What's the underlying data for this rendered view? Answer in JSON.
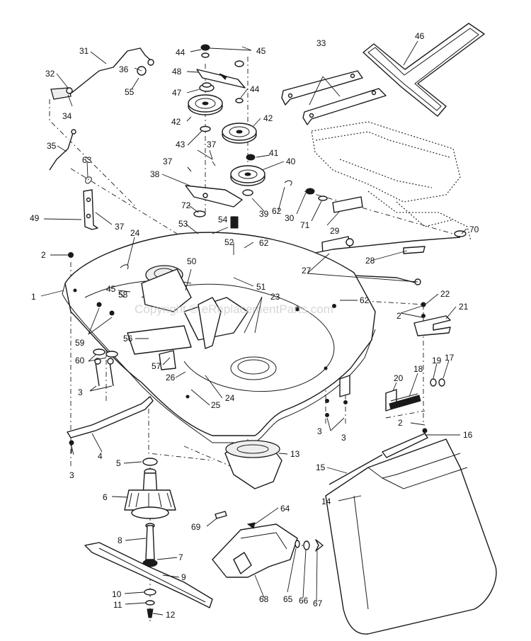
{
  "diagram": {
    "watermark": "Copyright © eReplacementParts.com",
    "callouts": [
      {
        "id": "p1",
        "text": "1"
      },
      {
        "id": "p2a",
        "text": "2"
      },
      {
        "id": "p2b",
        "text": "2"
      },
      {
        "id": "p2c",
        "text": "2"
      },
      {
        "id": "p3a",
        "text": "3"
      },
      {
        "id": "p3b",
        "text": "3"
      },
      {
        "id": "p3c",
        "text": "3"
      },
      {
        "id": "p3d",
        "text": "3"
      },
      {
        "id": "p4",
        "text": "4"
      },
      {
        "id": "p5",
        "text": "5"
      },
      {
        "id": "p6",
        "text": "6"
      },
      {
        "id": "p7",
        "text": "7"
      },
      {
        "id": "p8",
        "text": "8"
      },
      {
        "id": "p9",
        "text": "9"
      },
      {
        "id": "p10",
        "text": "10"
      },
      {
        "id": "p11",
        "text": "11"
      },
      {
        "id": "p12",
        "text": "12"
      },
      {
        "id": "p13",
        "text": "13"
      },
      {
        "id": "p14",
        "text": "14"
      },
      {
        "id": "p15",
        "text": "15"
      },
      {
        "id": "p16",
        "text": "16"
      },
      {
        "id": "p17",
        "text": "17"
      },
      {
        "id": "p18",
        "text": "18"
      },
      {
        "id": "p19",
        "text": "19"
      },
      {
        "id": "p20",
        "text": "20"
      },
      {
        "id": "p21",
        "text": "21"
      },
      {
        "id": "p22",
        "text": "22"
      },
      {
        "id": "p23",
        "text": "23"
      },
      {
        "id": "p24a",
        "text": "24"
      },
      {
        "id": "p24b",
        "text": "24"
      },
      {
        "id": "p25",
        "text": "25"
      },
      {
        "id": "p26",
        "text": "26"
      },
      {
        "id": "p27",
        "text": "27"
      },
      {
        "id": "p28",
        "text": "28"
      },
      {
        "id": "p29",
        "text": "29"
      },
      {
        "id": "p30",
        "text": "30"
      },
      {
        "id": "p31",
        "text": "31"
      },
      {
        "id": "p32",
        "text": "32"
      },
      {
        "id": "p33",
        "text": "33"
      },
      {
        "id": "p34",
        "text": "34"
      },
      {
        "id": "p35",
        "text": "35"
      },
      {
        "id": "p36",
        "text": "36"
      },
      {
        "id": "p37a",
        "text": "37"
      },
      {
        "id": "p37b",
        "text": "37"
      },
      {
        "id": "p37c",
        "text": "37"
      },
      {
        "id": "p38",
        "text": "38"
      },
      {
        "id": "p39",
        "text": "39"
      },
      {
        "id": "p40",
        "text": "40"
      },
      {
        "id": "p41",
        "text": "41"
      },
      {
        "id": "p42a",
        "text": "42"
      },
      {
        "id": "p42b",
        "text": "42"
      },
      {
        "id": "p43",
        "text": "43"
      },
      {
        "id": "p44a",
        "text": "44"
      },
      {
        "id": "p44b",
        "text": "44"
      },
      {
        "id": "p45a",
        "text": "45"
      },
      {
        "id": "p45b",
        "text": "45"
      },
      {
        "id": "p46",
        "text": "46"
      },
      {
        "id": "p47",
        "text": "47"
      },
      {
        "id": "p48",
        "text": "48"
      },
      {
        "id": "p49",
        "text": "49"
      },
      {
        "id": "p50",
        "text": "50"
      },
      {
        "id": "p51",
        "text": "51"
      },
      {
        "id": "p52",
        "text": "52"
      },
      {
        "id": "p53",
        "text": "53"
      },
      {
        "id": "p54",
        "text": "54"
      },
      {
        "id": "p55",
        "text": "55"
      },
      {
        "id": "p56",
        "text": "56"
      },
      {
        "id": "p57",
        "text": "57"
      },
      {
        "id": "p58",
        "text": "58"
      },
      {
        "id": "p59",
        "text": "59"
      },
      {
        "id": "p60",
        "text": "60"
      },
      {
        "id": "p62a",
        "text": "62"
      },
      {
        "id": "p62b",
        "text": "62"
      },
      {
        "id": "p62c",
        "text": "62"
      },
      {
        "id": "p63",
        "text": "63"
      },
      {
        "id": "p64",
        "text": "64"
      },
      {
        "id": "p65",
        "text": "65"
      },
      {
        "id": "p66",
        "text": "66"
      },
      {
        "id": "p67",
        "text": "67"
      },
      {
        "id": "p68",
        "text": "68"
      },
      {
        "id": "p69",
        "text": "69"
      },
      {
        "id": "p70",
        "text": "70"
      },
      {
        "id": "p71",
        "text": "71"
      },
      {
        "id": "p72",
        "text": "72"
      }
    ]
  }
}
